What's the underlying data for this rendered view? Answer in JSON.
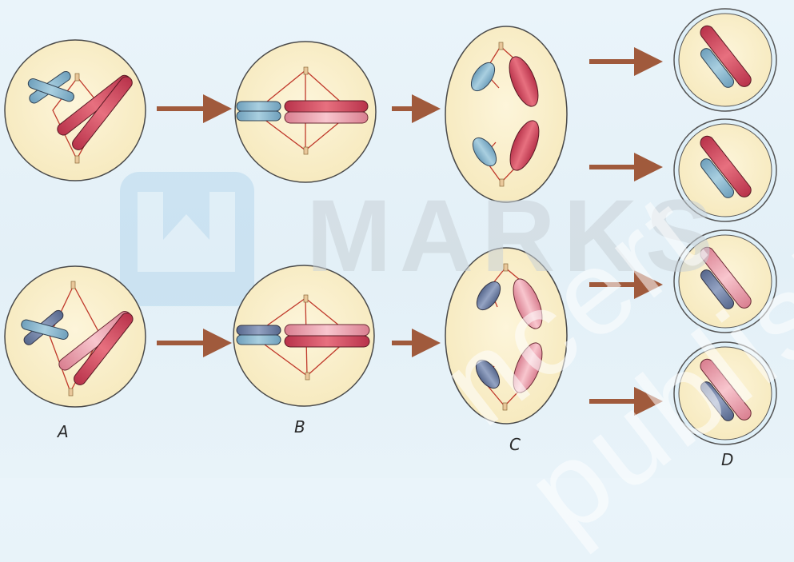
{
  "labels": {
    "a": "A",
    "b": "B",
    "c": "C",
    "d": "D"
  },
  "watermark": {
    "logo_text": "MARKS",
    "diagonal_text": "ncert published"
  },
  "colors": {
    "background": "#e6f2f8",
    "cell_fill": "#fbf1cf",
    "cell_stroke": "#4a4a4a",
    "spindle": "#c0392b",
    "arrow": "#a05a3c",
    "chromosome_blue": "#8fb6cc",
    "chromosome_blue_dark": "#6d7f9e",
    "chromosome_red": "#d44a5c",
    "chromosome_pink": "#efa4b0"
  }
}
